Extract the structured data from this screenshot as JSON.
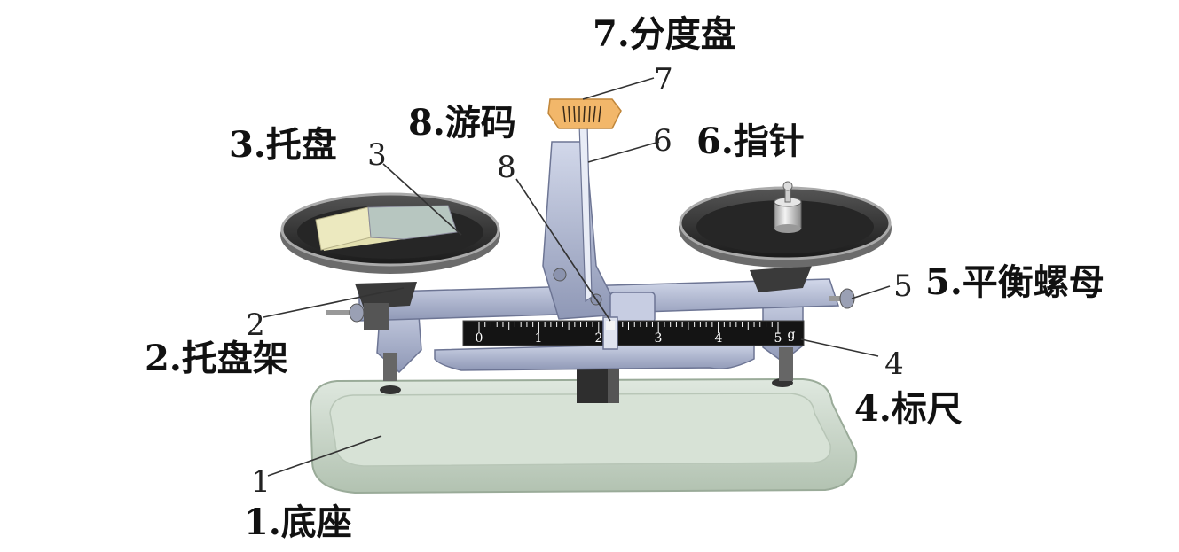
{
  "parts": [
    {
      "num": "1",
      "label": "1.底座"
    },
    {
      "num": "2",
      "label": "2.托盘架"
    },
    {
      "num": "3",
      "label": "3.托盘"
    },
    {
      "num": "4",
      "label": "4.标尺"
    },
    {
      "num": "5",
      "label": "5.平衡螺母"
    },
    {
      "num": "6",
      "label": "6.指针"
    },
    {
      "num": "7",
      "label": "7.分度盘"
    },
    {
      "num": "8",
      "label": "8.游码"
    }
  ],
  "scale": {
    "ticks": [
      "0",
      "1",
      "2",
      "3",
      "4",
      "5"
    ],
    "unit": "g"
  },
  "colors": {
    "base": "#c9d8c8",
    "frame": "#b4bcd4",
    "pan": "#2a2a2a",
    "ruler": "#141414",
    "dial": "#f2b76a",
    "weight_block": "#e3e0b0"
  }
}
